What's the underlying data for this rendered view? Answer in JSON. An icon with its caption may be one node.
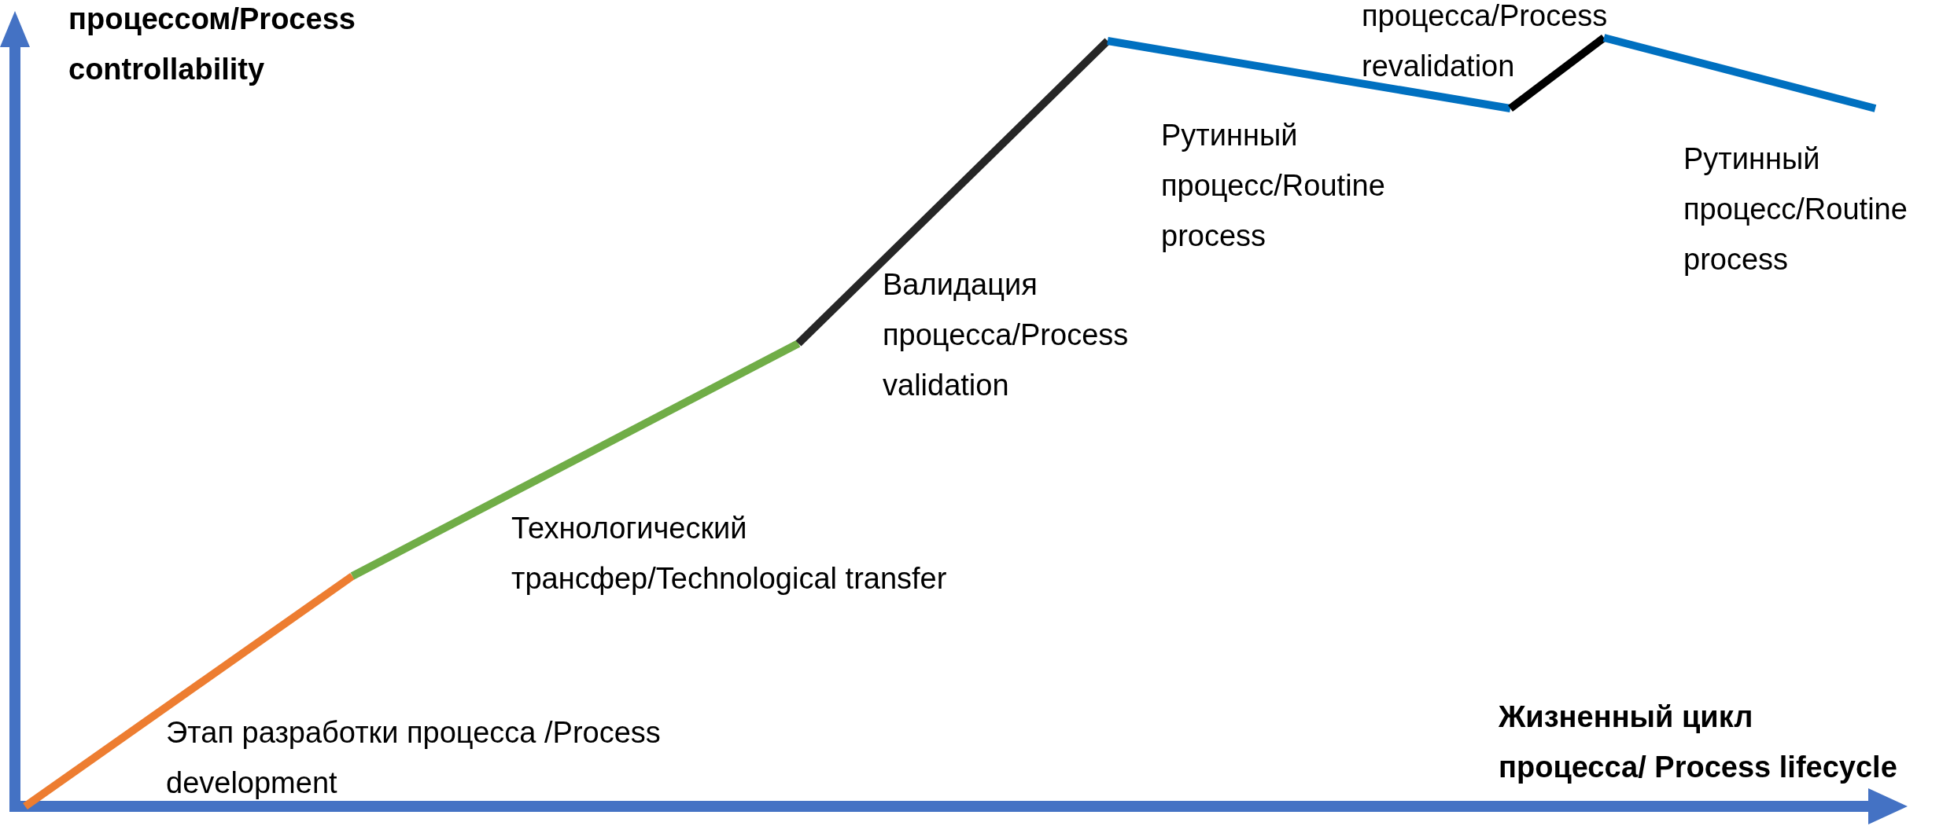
{
  "diagram": {
    "labels": [
      "процесса/Process revalidation",
      "процессом/Process controllability",
      "Рутинный процесс/Routine process",
      "Рутинный процесс/Routine process",
      "Валидация процесса/Process validation",
      "Технологический трансфер/Technological transfer",
      "Этап разработки процесса /Process development",
      "Жизненный цикл процесса/ Process lifecycle"
    ]
  }
}
